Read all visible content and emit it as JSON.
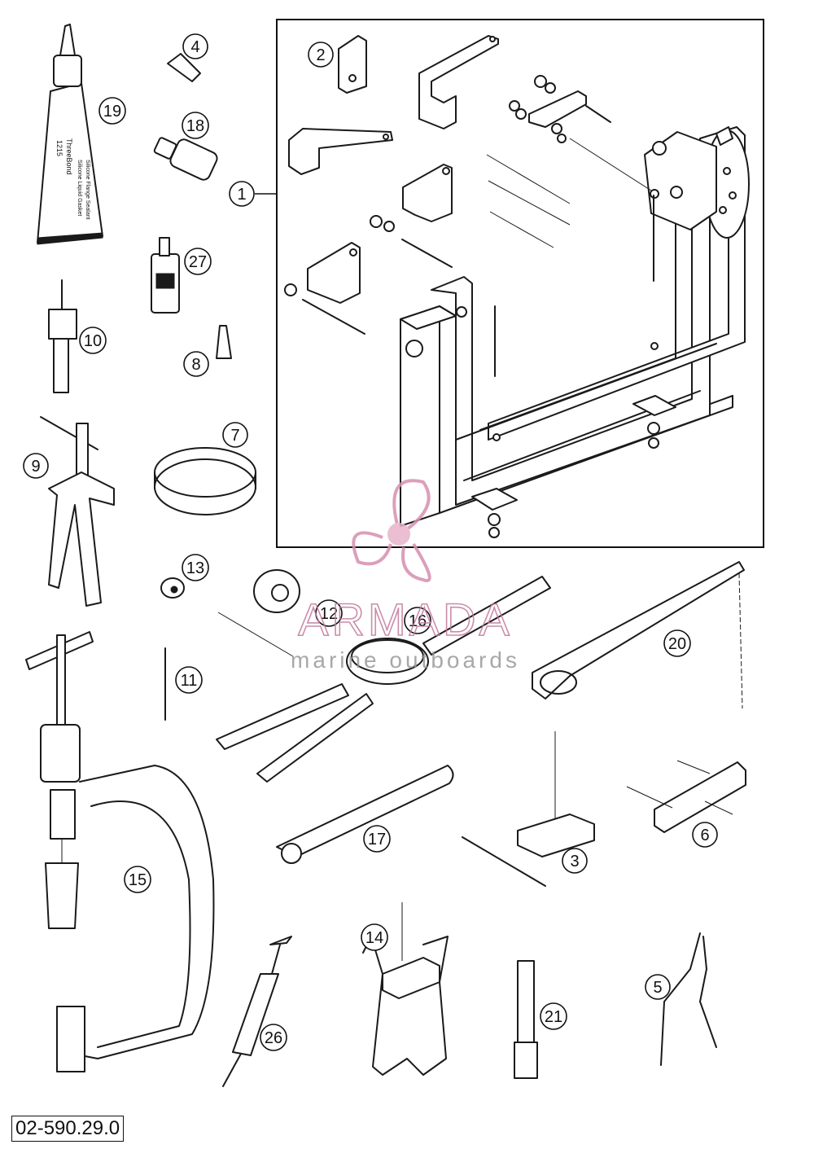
{
  "diagram_ref": "02-590.29.0",
  "watermark": {
    "brand": "ARMADA",
    "tagline": "marine outboards",
    "color": "#d58fb0"
  },
  "tube_label": {
    "line1": "ThreeBond",
    "line2": "1215",
    "line3": "Silicone Liquid Gasket",
    "line4": "Silicone Flange Sealant"
  },
  "callouts": [
    "1",
    "2",
    "3",
    "4",
    "5",
    "6",
    "7",
    "8",
    "9",
    "10",
    "11",
    "12",
    "13",
    "14",
    "15",
    "16",
    "17",
    "18",
    "19",
    "20",
    "21",
    "26",
    "27"
  ]
}
